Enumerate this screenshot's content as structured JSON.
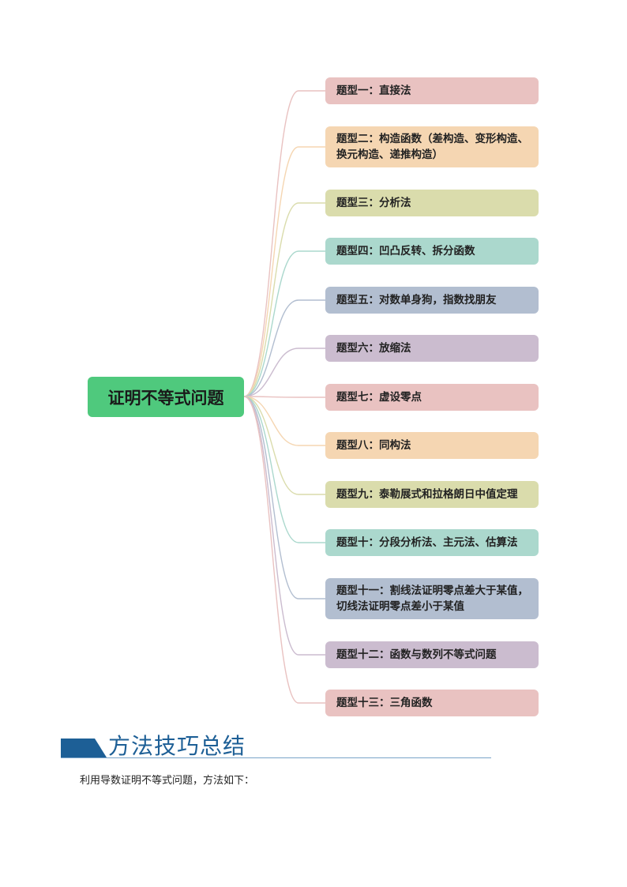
{
  "mindmap": {
    "root": {
      "label": "证明不等式问题",
      "color": "#4fc97d"
    },
    "branches": [
      {
        "label": "题型一：直接法",
        "color": "#e9c2c1"
      },
      {
        "label": "题型二：构造函数（差构造、变形构造、换元构造、递推构造）",
        "color": "#f5d6b2"
      },
      {
        "label": "题型三：分析法",
        "color": "#dadcac"
      },
      {
        "label": "题型四：凹凸反转、拆分函数",
        "color": "#abd8cd"
      },
      {
        "label": "题型五：对数单身狗，指数找朋友",
        "color": "#b2bed0"
      },
      {
        "label": "题型六：放缩法",
        "color": "#cbbccf"
      },
      {
        "label": "题型七：虚设零点",
        "color": "#e9c2c1"
      },
      {
        "label": "题型八：同构法",
        "color": "#f5d6b2"
      },
      {
        "label": "题型九：泰勒展式和拉格朗日中值定理",
        "color": "#dadcac"
      },
      {
        "label": "题型十：分段分析法、主元法、估算法",
        "color": "#abd8cd"
      },
      {
        "label": "题型十一：割线法证明零点差大于某值，切线法证明零点差小于某值",
        "color": "#b2bed0"
      },
      {
        "label": "题型十二：函数与数列不等式问题",
        "color": "#cbbccf"
      },
      {
        "label": "题型十三：三角函数",
        "color": "#e9c2c1"
      }
    ]
  },
  "section": {
    "title": "方法技巧总结",
    "accent": "#1d5f96",
    "intro": "利用导数证明不等式问题，方法如下："
  }
}
